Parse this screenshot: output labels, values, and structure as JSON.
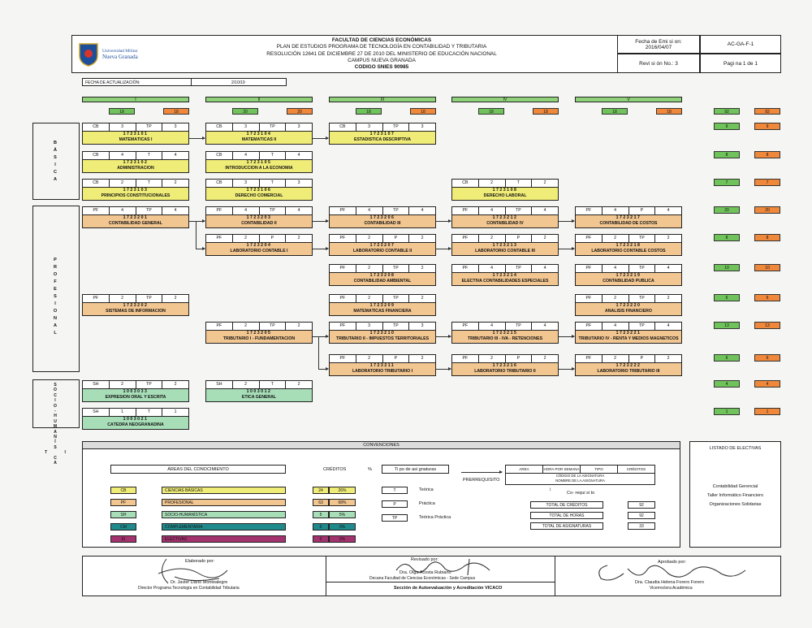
{
  "header": {
    "logo_line1": "Universidad Militar",
    "logo_line2": "Nueva Granada",
    "title_lines": [
      "FACULTAD DE CIENCIAS ECONÓMICAS",
      "PLAN DE ESTUDIOS PROGRAMA DE TECNOLOGÍA EN CONTABILIDAD Y TRIBUTARIA",
      "RESOLUCIÓN 12641 DE DICIEMBRE 27 DE 2010 DEL MINISTERIO DE EDUCACIÓN NACIONAL",
      "CAMPUS NUEVA GRANADA",
      "CODIGO SNIES 90985"
    ],
    "fecha_emision_label": "Fecha de Emi si on:",
    "fecha_emision": "2016/04/07",
    "codigo": "AC-GA-F-1",
    "revision": "Revi si ón No.: 3",
    "pagina": "Pagi na 1 de 1"
  },
  "update": {
    "label": "FECHA DE ACTUALIZACIÓN:",
    "value": "2/10/19"
  },
  "semesters": [
    {
      "label": "I",
      "green": "18",
      "orange": "18"
    },
    {
      "label": "II",
      "green": "20",
      "orange": "20"
    },
    {
      "label": "III",
      "green": "18",
      "orange": "18"
    },
    {
      "label": "IV",
      "green": "18",
      "orange": "18"
    },
    {
      "label": "V",
      "green": "18",
      "orange": "18"
    }
  ],
  "totals_header": {
    "green": "92",
    "orange": "92"
  },
  "areas": {
    "basica": "B Á S I C A",
    "profesional": "P R O F E S I O N A L",
    "socio": "S O C I O - H U M A N Í S T I C A"
  },
  "courses": [
    {
      "area": "CB",
      "cr": "3",
      "type": "TP",
      "hrs": "3",
      "code": "1723101",
      "name": "MATEMÁTICAS I"
    },
    {
      "area": "CB",
      "cr": "3",
      "type": "TP",
      "hrs": "3",
      "code": "1723104",
      "name": "MATEMÁTICAS II"
    },
    {
      "area": "CB",
      "cr": "3",
      "type": "TP",
      "hrs": "3",
      "code": "1723107",
      "name": "ESTADÍSTICA DESCRIPTIVA"
    },
    {
      "area": "CB",
      "cr": "4",
      "type": "T",
      "hrs": "4",
      "code": "1723102",
      "name": "ADMINISTRACIÓN"
    },
    {
      "area": "CB",
      "cr": "4",
      "type": "T",
      "hrs": "4",
      "code": "1723105",
      "name": "INTRODUCCIÓN A LA ECONOMÍA"
    },
    {
      "area": "CB",
      "cr": "2",
      "type": "T",
      "hrs": "2",
      "code": "1723103",
      "name": "PRINCIPIOS CONSTITUCIONALES"
    },
    {
      "area": "CB",
      "cr": "3",
      "type": "T",
      "hrs": "3",
      "code": "1723106",
      "name": "DERECHO COMERCIAL"
    },
    {
      "area": "CB",
      "cr": "2",
      "type": "T",
      "hrs": "2",
      "code": "1723108",
      "name": "DERECHO LABORAL"
    },
    {
      "area": "PF",
      "cr": "4",
      "type": "TP",
      "hrs": "4",
      "code": "1723201",
      "name": "CONTABILIDAD GENERAL"
    },
    {
      "area": "PF",
      "cr": "4",
      "type": "TP",
      "hrs": "4",
      "code": "1723203",
      "name": "CONTABILIDAD II"
    },
    {
      "area": "PF",
      "cr": "4",
      "type": "TP",
      "hrs": "4",
      "code": "1723206",
      "name": "CONTABILIDAD III"
    },
    {
      "area": "PF",
      "cr": "4",
      "type": "TP",
      "hrs": "4",
      "code": "1723212",
      "name": "CONTABILIDAD IV"
    },
    {
      "area": "PF",
      "cr": "4",
      "type": "P",
      "hrs": "4",
      "code": "1723217",
      "name": "CONTABILIDAD DE COSTOS"
    },
    {
      "area": "PF",
      "cr": "2",
      "type": "P",
      "hrs": "2",
      "code": "1723204",
      "name": "LABORATORIO CONTABLE I"
    },
    {
      "area": "PF",
      "cr": "2",
      "type": "P",
      "hrs": "2",
      "code": "1723207",
      "name": "LABORATORIO CONTABLE II"
    },
    {
      "area": "PF",
      "cr": "2",
      "type": "P",
      "hrs": "2",
      "code": "1723213",
      "name": "LABORATORIO CONTABLE III"
    },
    {
      "area": "PF",
      "cr": "2",
      "type": "TP",
      "hrs": "2",
      "code": "1723218",
      "name": "LABORATORIO CONTABLE COSTOS"
    },
    {
      "area": "PF",
      "cr": "2",
      "type": "TP",
      "hrs": "2",
      "code": "1723208",
      "name": "CONTABILIDAD AMBIENTAL"
    },
    {
      "area": "PF",
      "cr": "4",
      "type": "TP",
      "hrs": "4",
      "code": "1723214",
      "name": "ELECTIVA CONTABILIDADES ESPECIALES"
    },
    {
      "area": "PF",
      "cr": "4",
      "type": "TP",
      "hrs": "4",
      "code": "1723219",
      "name": "CONTABILIDAD PÚBLICA"
    },
    {
      "area": "PF",
      "cr": "2",
      "type": "TP",
      "hrs": "2",
      "code": "1723202",
      "name": "SISTEMAS DE INFORMACIÓN"
    },
    {
      "area": "PF",
      "cr": "2",
      "type": "TP",
      "hrs": "2",
      "code": "1723209",
      "name": "MATEMÁTICAS FINANCIERA"
    },
    {
      "area": "PF",
      "cr": "2",
      "type": "TP",
      "hrs": "2",
      "code": "1723220",
      "name": "ANÁLISIS FINANCIERO"
    },
    {
      "area": "PF",
      "cr": "2",
      "type": "TP",
      "hrs": "2",
      "code": "1723205",
      "name": "TRIBUTARIO I - FUNDAMENTACIÓN"
    },
    {
      "area": "PF",
      "cr": "3",
      "type": "TP",
      "hrs": "3",
      "code": "1723210",
      "name": "TRIBUTARIO II - IMPUESTOS TERRITORIALES"
    },
    {
      "area": "PF",
      "cr": "4",
      "type": "TP",
      "hrs": "4",
      "code": "1723215",
      "name": "TRIBUTARIO III - IVA - RETENCIONES"
    },
    {
      "area": "PF",
      "cr": "4",
      "type": "TP",
      "hrs": "4",
      "code": "1723221",
      "name": "TRIBUTARIO IV - RENTA Y MEDIOS MAGNÉTICOS"
    },
    {
      "area": "PF",
      "cr": "2",
      "type": "P",
      "hrs": "2",
      "code": "1723211",
      "name": "LABORATORIO TRIBUTARIO I"
    },
    {
      "area": "PF",
      "cr": "2",
      "type": "P",
      "hrs": "2",
      "code": "1723216",
      "name": "LABORATORIO TRIBUTARIO II"
    },
    {
      "area": "PF",
      "cr": "2",
      "type": "P",
      "hrs": "2",
      "code": "1723222",
      "name": "LABORATORIO TRIBUTARIO III"
    },
    {
      "area": "SH",
      "cr": "2",
      "type": "TP",
      "hrs": "2",
      "code": "1003033",
      "name": "EXPRESIÓN ORAL Y ESCRITA"
    },
    {
      "area": "SH",
      "cr": "2",
      "type": "T",
      "hrs": "2",
      "code": "1003012",
      "name": "ÉTICA GENERAL"
    },
    {
      "area": "SH",
      "cr": "1",
      "type": "T",
      "hrs": "1",
      "code": "1003021",
      "name": "CÁTEDRA NEOGRANADINA"
    }
  ],
  "row_totals": [
    {
      "g": "9",
      "o": "9"
    },
    {
      "g": "8",
      "o": "8"
    },
    {
      "g": "7",
      "o": "7"
    },
    {
      "g": "20",
      "o": "20"
    },
    {
      "g": "8",
      "o": "8"
    },
    {
      "g": "10",
      "o": "10"
    },
    {
      "g": "6",
      "o": "6"
    },
    {
      "g": "13",
      "o": "13"
    },
    {
      "g": "6",
      "o": "6"
    },
    {
      "g": "4",
      "o": "4"
    },
    {
      "g": "1",
      "o": "1"
    }
  ],
  "conventions": {
    "title": "CONVENCIONES",
    "areas_header": "ÁREAS DEL CONOCIMIENTO",
    "creditos_header": "CRÉDITOS",
    "pct_header": "%",
    "tipo_header": "Ti po de asi gnaturas",
    "areas": [
      {
        "code": "CB",
        "name": "CIENCIAS BÁSICAS",
        "cr": "24",
        "pct": "26%",
        "color": "#f0ec78"
      },
      {
        "code": "PF",
        "name": "PROFESIONAL",
        "cr": "63",
        "pct": "68%",
        "color": "#f2c691"
      },
      {
        "code": "SH",
        "name": "SOCIO-HUMANÍSTICA",
        "cr": "5",
        "pct": "5%",
        "color": "#a7deb8"
      },
      {
        "code": "CM",
        "name": "COMPLEMENTARIA",
        "cr": "0",
        "pct": "0%",
        "color": "#1f8a8c"
      },
      {
        "code": "EI",
        "name": "ELECTIVAS",
        "cr": "0",
        "pct": "0%",
        "color": "#a3336e"
      }
    ],
    "types": [
      {
        "code": "T",
        "name": "Teórica"
      },
      {
        "code": "P",
        "name": "Práctica"
      },
      {
        "code": "TP",
        "name": "Teórica Práctica"
      }
    ],
    "prereq": "PRERREQUISITO",
    "legend_cols": [
      "AREA",
      "HORA POR SEMANA",
      "TIPO",
      "CRÉDITOS"
    ],
    "legend_line1": "CÓDIGO DE LA ASIGNATURA",
    "legend_line2": "NOMBRE DE LA ASIGNATURA",
    "coreq": "Co- requi si to",
    "totals": [
      {
        "label": "TOTAL DE CRÉDITOS",
        "value": "92"
      },
      {
        "label": "TOTAL DE HORAS",
        "value": "92"
      },
      {
        "label": "TOTAL DE ASIGNATURAS",
        "value": "33"
      }
    ]
  },
  "electivas": {
    "title": "LISTADO DE ELECTIVAS",
    "items": [
      "Contabilidad Gerencial",
      "Taller Informático Financiero",
      "Organizaciones Solidarias"
    ]
  },
  "signatures": {
    "elaborado_label": "Elaborado por:",
    "elaborado_name": "Dr. Javier Darío Montealegre",
    "elaborado_role": "Director Programa Tecnología en Contabilidad Tributaria",
    "revisado_label": "Revisado por:",
    "revisado_name": "Dra. Olga Acosta Rubiano",
    "revisado_role": "Decana Facultad de Ciencias Económicas - Sede Campus",
    "seccion": "Sección de Autoevaluación y Acreditación VICACO",
    "aprobado_label": "Aprobado por:",
    "aprobado_name": "Dra. Claudia Helena Forero Forero",
    "aprobado_role": "Vicerrectora Académica"
  }
}
